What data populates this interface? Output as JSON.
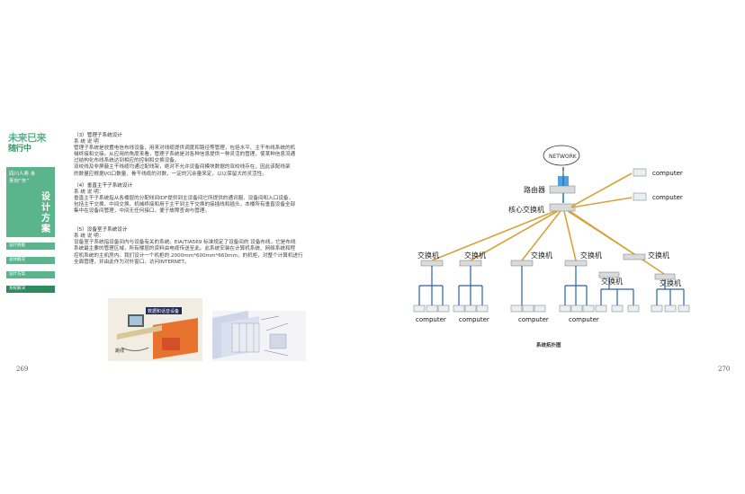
{
  "sidebar": {
    "logo_line1": "未来已来",
    "logo_line2": "随行中",
    "band_text": "四川人寿 未来向“东”",
    "vertical_title": "设计方案",
    "nav": [
      "设计依据",
      "总体概况",
      "设计方案",
      "系统解决"
    ]
  },
  "left": {
    "sections": [
      {
        "title": "（3）管理子系统设计",
        "lines": [
          "系 统 说 明",
          "管理子系统是放置电信布线设备，用来对线缆提供调度和路径等管理，包括水平、主干布线系统的机",
          "械终接和交接。从应用的角度来看，管理子系统是对各种信息提供一种灵活的管理，使某种信息流通",
          "过结构化布线系统达到相应的控制和交换设备。",
          "双绞线及非屏蔽主干线缆均通过配线架，绝对不允许设备间模块数据的双绞线存在，因此该配线架",
          "的数量应根据I/O口数量、骨干线缆的对数，一定的冗余量来定，以以保留大的灵活性。"
        ]
      },
      {
        "title": "（4）垂直主干子系统设计",
        "lines": [
          "系 统 说 明：",
          "垂直主干子系统指从各楼层的分配线间IDF提供到主设备间它所提供的通讯服、设备间和入口设备，",
          "包括主干交换、中间交换、机械终接和用于主干到主干交换的接插线和插头，本楼所有垂直设备全部",
          "集中在设备间管理，中间无任何接口，便于故障查询与管理。"
        ]
      },
      {
        "title": "（5）设备室子系统设计",
        "lines": [
          "系 统 说 明：",
          "设备室子系统指设备间内与设备有关的系统。EIA/TIA569 标准规定了设备间的 设备布线，它是布线",
          "系统最主要的管理区域，所有楼层的资料由电缆传送至此。此系统安装在计算机系统、网络系统和程",
          "控机系统的主机房内。我们设计一个机柜的 2000mm*600mm*660mm，的机柜，对整个计算机进行",
          "全面管理，并由此作为对外窗口，访问INTERNET。"
        ]
      }
    ],
    "figure1_label": "数据和话音设备",
    "figure1_sub": "跳线"
  },
  "page_numbers": {
    "left": "269",
    "right": "270"
  },
  "diagram": {
    "network": "NETWORK",
    "router": "路由器",
    "core_switch": "核心交换机",
    "switch_label": "交换机",
    "computer_label": "computer",
    "caption": "系统拓扑图"
  }
}
